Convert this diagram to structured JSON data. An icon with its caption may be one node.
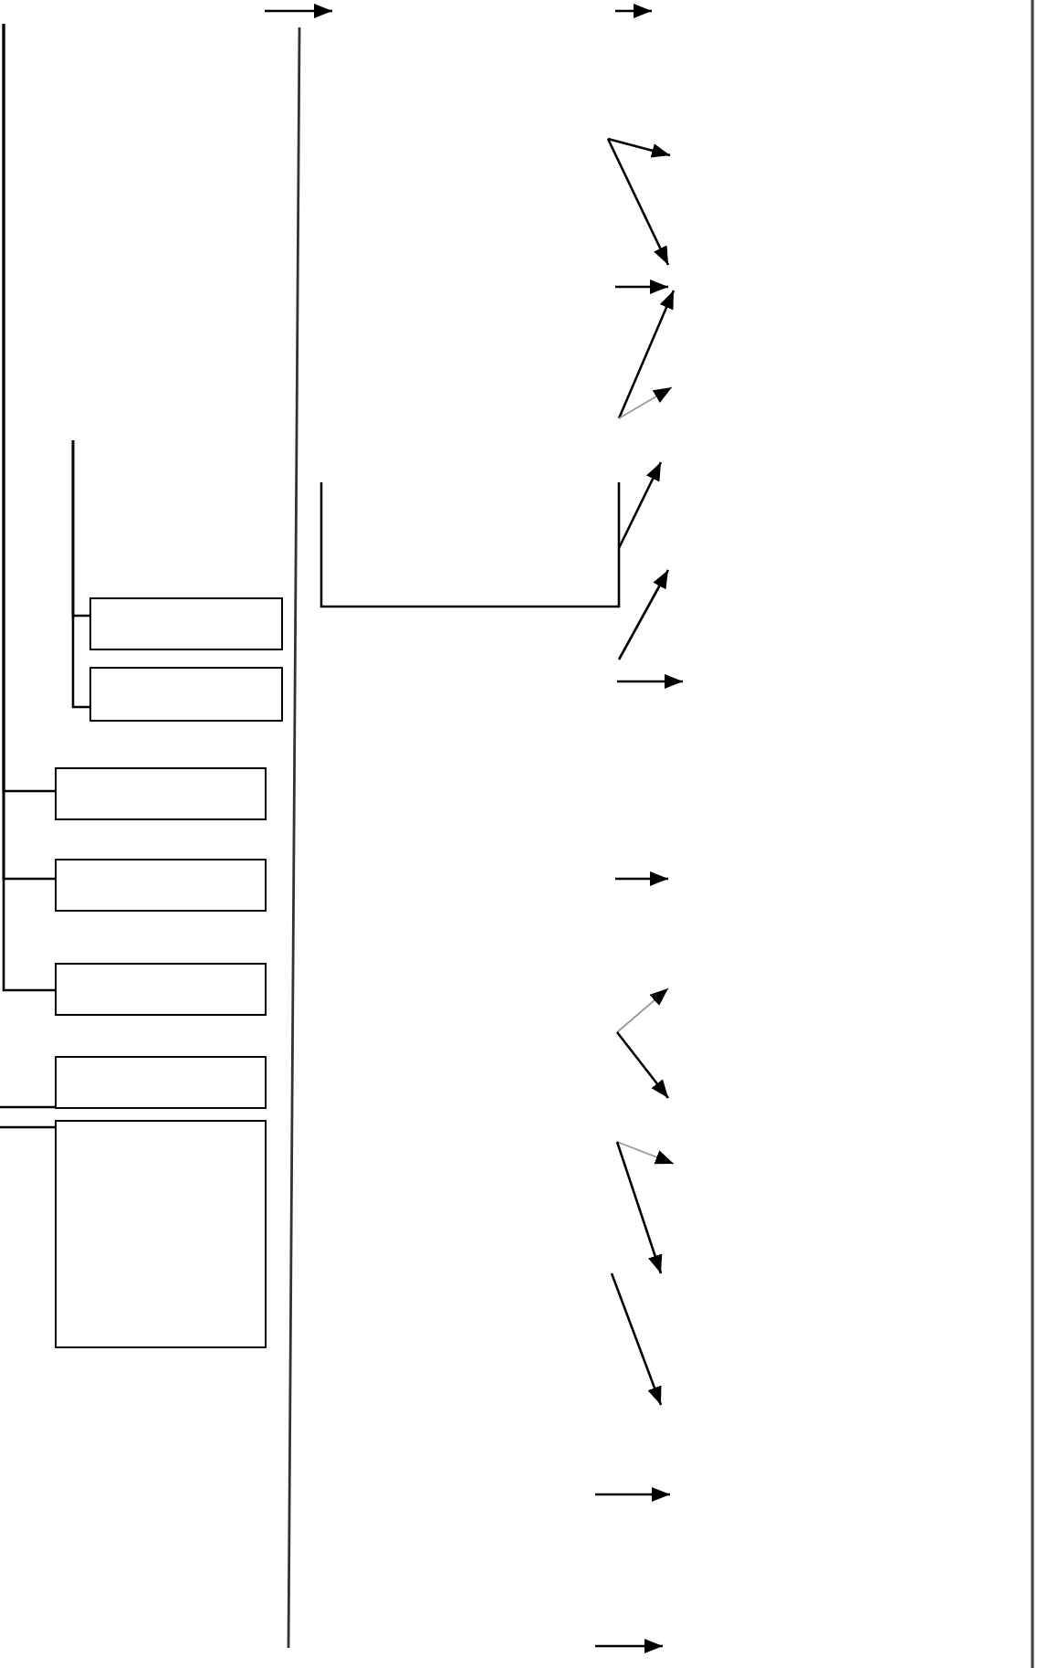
{
  "diagram": {
    "nodes": [
      {
        "text": [],
        "shape": "box"
      },
      {
        "text": [],
        "shape": "box"
      },
      {
        "text": [],
        "shape": "box"
      },
      {
        "text": [],
        "shape": "box"
      },
      {
        "text": [],
        "shape": "box"
      },
      {
        "text": [],
        "shape": "box"
      },
      {
        "text": [],
        "shape": "box"
      }
    ],
    "edges": [
      {
        "from": null,
        "to": 0,
        "arrow": "none"
      },
      {
        "from": null,
        "to": 1,
        "arrow": "none"
      },
      {
        "from": null,
        "to": 2,
        "arrow": "none"
      },
      {
        "from": null,
        "to": 3,
        "arrow": "none"
      },
      {
        "from": null,
        "to": 4,
        "arrow": "none"
      },
      {
        "from": null,
        "to": 5,
        "arrow": "none"
      },
      {
        "from": null,
        "to": 6,
        "arrow": "none"
      }
    ]
  }
}
